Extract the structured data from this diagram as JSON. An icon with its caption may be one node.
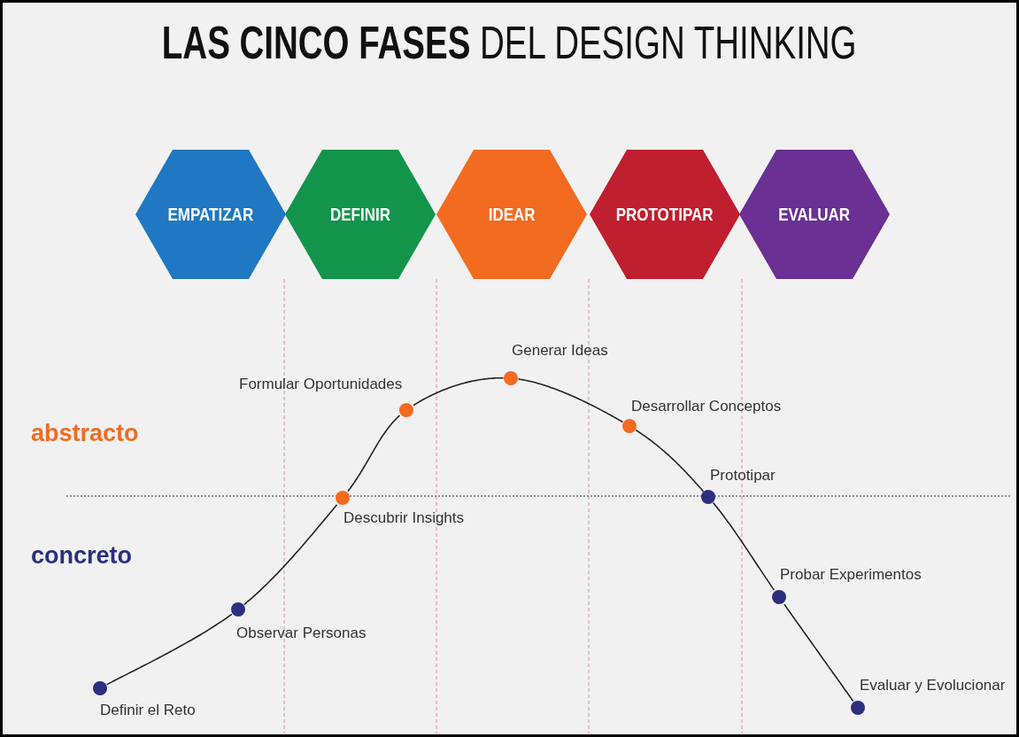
{
  "diagram": {
    "title": "**LAS CINCO FASES** DEL DESIGN THINKING",
    "nodes": [
      {
        "text": [
          "EMPATIZAR"
        ]
      },
      {
        "text": [
          "DEFINIR"
        ]
      },
      {
        "text": [
          "IDEAR"
        ]
      },
      {
        "text": [
          "PROTOTIPAR"
        ]
      },
      {
        "text": [
          "EVALUAR"
        ]
      },
      {
        "text": [],
        "shape": "circle",
        "beside": [
          "Definir el Reto"
        ]
      },
      {
        "text": [],
        "shape": "circle",
        "beside": [
          "Observar Personas"
        ]
      },
      {
        "text": [],
        "shape": "circle",
        "beside": [
          "Descubrir Insights"
        ]
      },
      {
        "text": [],
        "shape": "circle",
        "beside": [
          "Formular Oportunidades"
        ]
      },
      {
        "text": [],
        "shape": "circle",
        "beside": [
          "Generar Ideas"
        ]
      },
      {
        "text": [],
        "shape": "circle",
        "beside": [
          "Desarrollar Conceptos"
        ]
      },
      {
        "text": [],
        "shape": "circle",
        "beside": [
          "Prototipar"
        ]
      },
      {
        "text": [],
        "shape": "circle",
        "beside": [
          "Probar Experimentos"
        ]
      },
      {
        "text": [],
        "shape": "circle",
        "beside": [
          "Evaluar y Evolucionar"
        ]
      }
    ],
    "edges": [
      {
        "from": 5,
        "to": 6,
        "arrow": "none"
      },
      {
        "from": 6,
        "to": 7,
        "arrow": "none"
      },
      {
        "from": 7,
        "to": 8,
        "arrow": "none"
      },
      {
        "from": 8,
        "to": 9,
        "arrow": "none"
      },
      {
        "from": 9,
        "to": 10,
        "arrow": "none"
      },
      {
        "from": 10,
        "to": 11,
        "arrow": "none"
      },
      {
        "from": 11,
        "to": 12,
        "arrow": "none"
      },
      {
        "from": 12,
        "to": 13,
        "arrow": "none"
      }
    ],
    "labels": [
      "abstracto",
      "concreto"
    ]
  }
}
